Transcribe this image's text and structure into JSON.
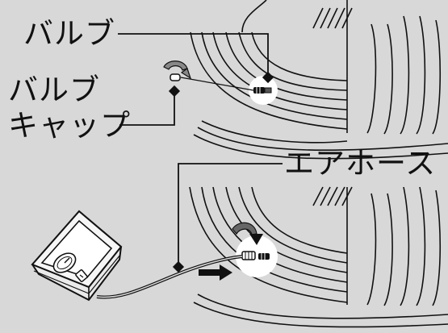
{
  "labels": {
    "valve": "バルブ",
    "valve_cap_line1": "バルブ",
    "valve_cap_line2": "キャップ",
    "air_hose": "エアホース"
  },
  "colors": {
    "background": "#d8d8d8",
    "line": "#111111",
    "white": "#ffffff"
  }
}
